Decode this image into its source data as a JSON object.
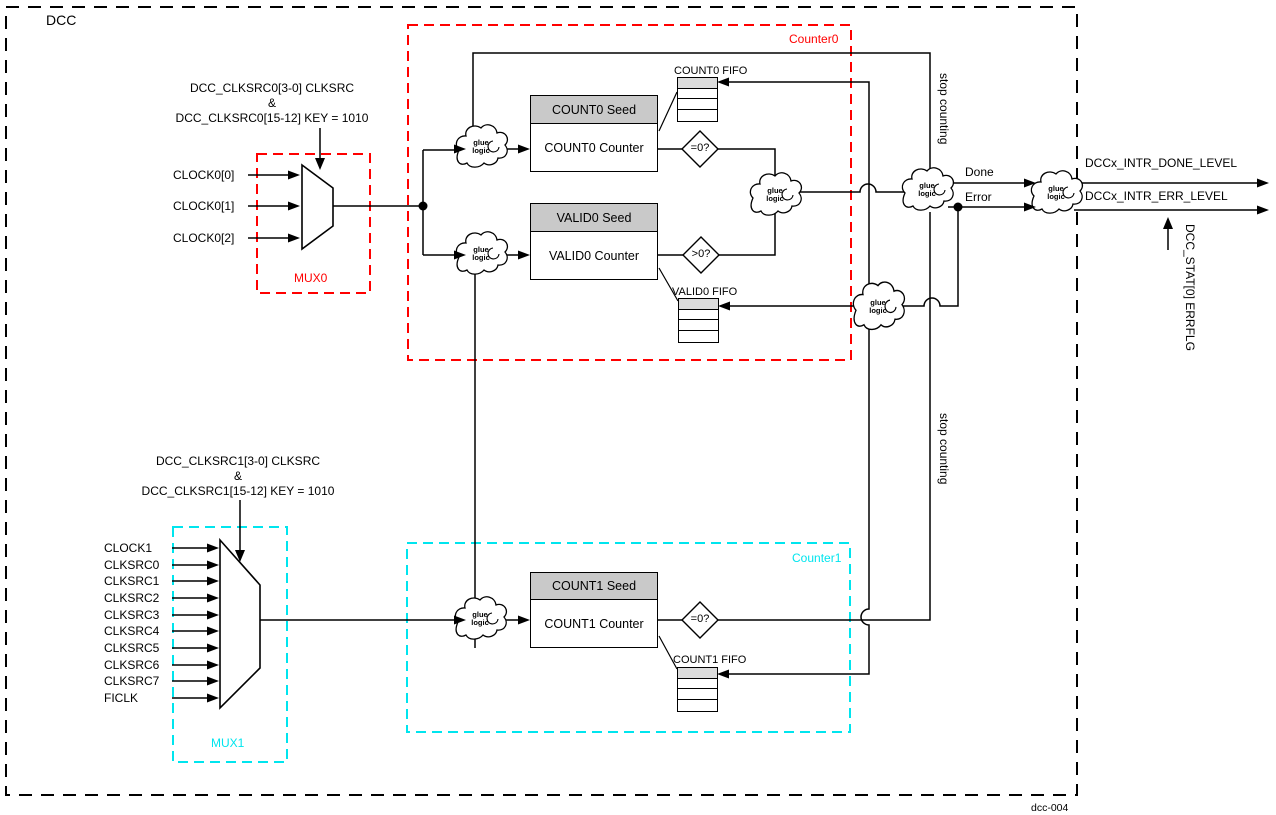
{
  "diagram_label": "DCC",
  "figure_number": "dcc-004",
  "colors": {
    "counter0_accent": "#ff0000",
    "counter1_accent": "#00e5ee",
    "line": "#000000",
    "seed_fill": "#c9c9c9",
    "fifo_top_fill": "#dcdcdc"
  },
  "glue": {
    "line1": "glue",
    "line2": "logic"
  },
  "mux0": {
    "label": "MUX0",
    "select_text_line1": "DCC_CLKSRC0[3-0] CLKSRC",
    "select_text_line2": "&",
    "select_text_line3": "DCC_CLKSRC0[15-12] KEY = 1010",
    "inputs": [
      "CLOCK0[0]",
      "CLOCK0[1]",
      "CLOCK0[2]"
    ]
  },
  "mux1": {
    "label": "MUX1",
    "select_text_line1": "DCC_CLKSRC1[3-0] CLKSRC",
    "select_text_line2": "&",
    "select_text_line3": "DCC_CLKSRC1[15-12] KEY = 1010",
    "inputs": [
      "CLOCK1",
      "CLKSRC0",
      "CLKSRC1",
      "CLKSRC2",
      "CLKSRC3",
      "CLKSRC4",
      "CLKSRC5",
      "CLKSRC6",
      "CLKSRC7",
      "FICLK"
    ]
  },
  "counter0": {
    "label": "Counter0",
    "count_seed_label": "COUNT0 Seed",
    "count_counter_label": "COUNT0 Counter",
    "count_fifo_label": "COUNT0 FIFO",
    "count_compare_label": "=0?",
    "valid_seed_label": "VALID0 Seed",
    "valid_counter_label": "VALID0 Counter",
    "valid_fifo_label": "VALID0 FIFO",
    "valid_compare_label": ">0?"
  },
  "counter1": {
    "label": "Counter1",
    "seed_label": "COUNT1 Seed",
    "counter_label": "COUNT1 Counter",
    "fifo_label": "COUNT1 FIFO",
    "compare_label": "=0?"
  },
  "annotations": {
    "stop_counting": "stop counting",
    "done": "Done",
    "error": "Error",
    "intr_done": "DCCx_INTR_DONE_LEVEL",
    "intr_err": "DCCx_INTR_ERR_LEVEL",
    "stat_errflg": "DCC_STAT[0] ERRFLG"
  }
}
